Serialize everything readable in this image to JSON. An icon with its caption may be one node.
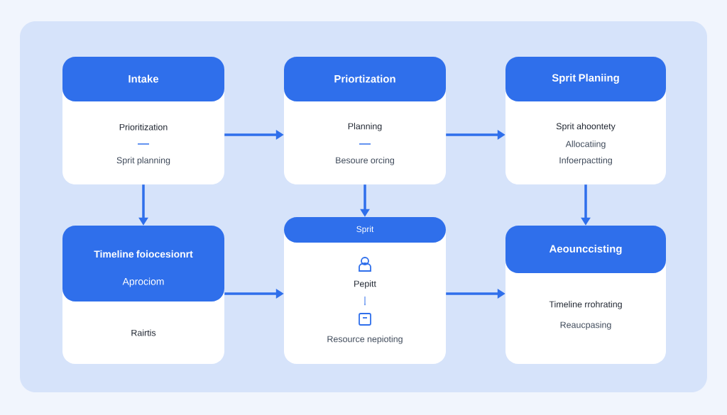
{
  "diagram": {
    "nodes": [
      {
        "text": [
          "Intake",
          "Prioritization",
          "Sprit planning"
        ]
      },
      {
        "text": [
          "Priortization",
          "Planning",
          "Besoure orcing"
        ]
      },
      {
        "text": [
          "Sprit Planiing",
          "Sprit ahoontety",
          "Allocatiing",
          "Infoerpactting"
        ]
      },
      {
        "text": [
          "Timeline foiocesionrt",
          "Aprociom",
          "Rairtis"
        ]
      },
      {
        "text": [
          "Sprit",
          "Pepitt",
          "Resource nepioting"
        ]
      },
      {
        "text": [
          "Aeounccisting",
          "Timeline rrohrating",
          "Reaucpasing"
        ]
      }
    ],
    "edges": [
      {
        "from": 0,
        "to": 1,
        "arrow": "to"
      },
      {
        "from": 1,
        "to": 2,
        "arrow": "to"
      },
      {
        "from": 0,
        "to": 3,
        "arrow": "to"
      },
      {
        "from": 1,
        "to": 4,
        "arrow": "to"
      },
      {
        "from": 2,
        "to": 5,
        "arrow": "to"
      },
      {
        "from": 3,
        "to": 4,
        "arrow": "to"
      },
      {
        "from": 4,
        "to": 5,
        "arrow": "to"
      }
    ]
  }
}
